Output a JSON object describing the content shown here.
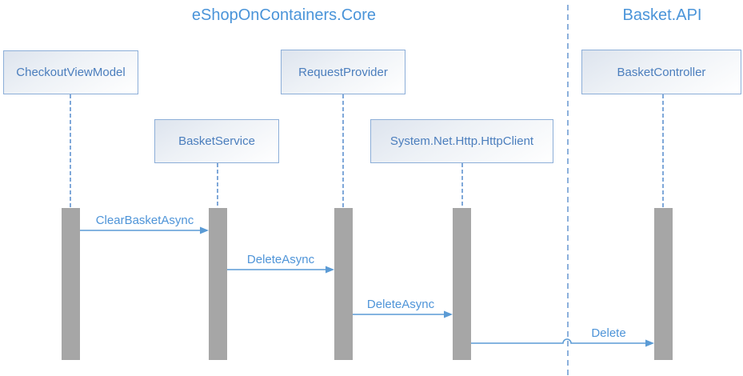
{
  "diagram": {
    "type": "sequence-diagram",
    "frames": [
      {
        "title": "eShopOnContainers.Core"
      },
      {
        "title": "Basket.API"
      }
    ],
    "lifelines": [
      {
        "label": "CheckoutViewModel",
        "frame": "eShopOnContainers.Core"
      },
      {
        "label": "BasketService",
        "frame": "eShopOnContainers.Core"
      },
      {
        "label": "RequestProvider",
        "frame": "eShopOnContainers.Core"
      },
      {
        "label": "System.Net.Http.HttpClient",
        "frame": "eShopOnContainers.Core"
      },
      {
        "label": "BasketController",
        "frame": "Basket.API"
      }
    ],
    "messages": [
      {
        "label": "ClearBasketAsync",
        "from": "CheckoutViewModel",
        "to": "BasketService"
      },
      {
        "label": "DeleteAsync",
        "from": "BasketService",
        "to": "RequestProvider"
      },
      {
        "label": "DeleteAsync",
        "from": "RequestProvider",
        "to": "System.Net.Http.HttpClient"
      },
      {
        "label": "Delete",
        "from": "System.Net.Http.HttpClient",
        "to": "BasketController"
      }
    ],
    "colors": {
      "title_blue": "#4a94d9",
      "box_border_blue": "#8caed8",
      "box_text_blue": "#4b7ebd",
      "box_fill_top": "#dde4ee",
      "message_blue": "#4e94d8",
      "arrow_blue": "#5b9bd5",
      "lifeline_dash_blue": "#7fa8d9",
      "activation_gray": "#a6a6a6",
      "background": "#ffffff"
    }
  }
}
